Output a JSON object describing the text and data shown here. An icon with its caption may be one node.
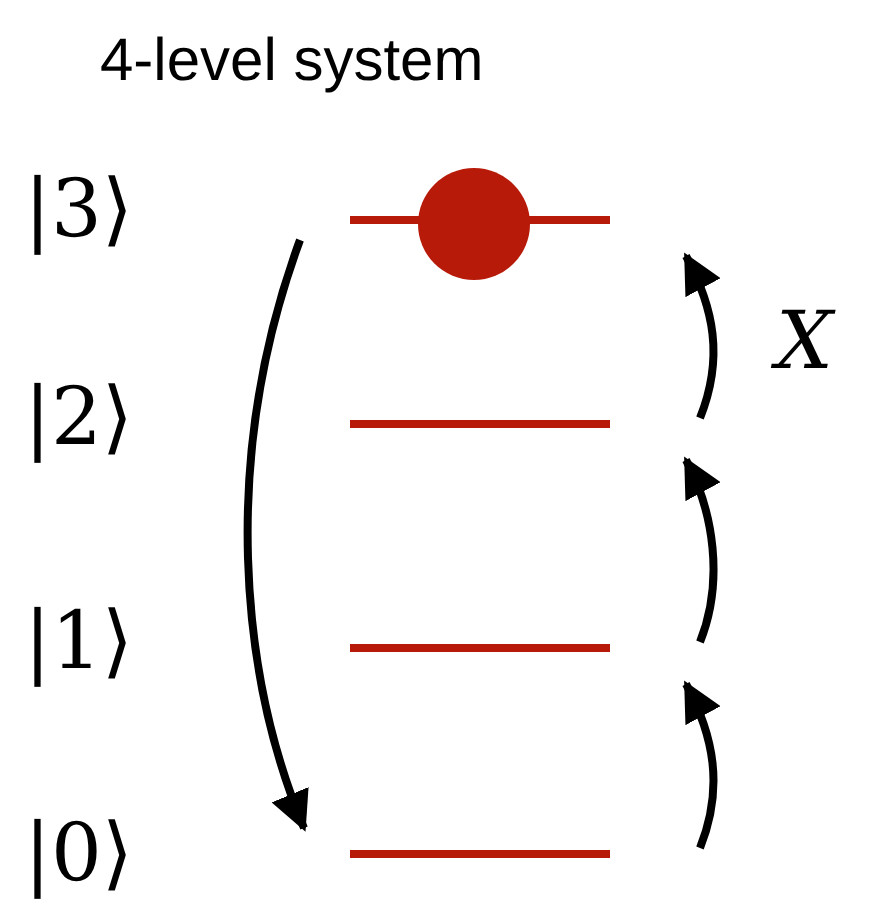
{
  "diagram": {
    "title": "4-level system",
    "nodes": [
      {
        "text": [],
        "shape": "bar",
        "beside": [
          "|3⟩"
        ]
      },
      {
        "text": [],
        "shape": "bar",
        "beside": [
          "|2⟩"
        ]
      },
      {
        "text": [],
        "shape": "bar",
        "beside": [
          "|1⟩"
        ]
      },
      {
        "text": [],
        "shape": "bar",
        "beside": [
          "|0⟩"
        ]
      },
      {
        "text": [],
        "shape": "circle"
      }
    ],
    "edges": [
      {
        "from": 0,
        "to": 3,
        "arrow": "to"
      },
      {
        "from": 3,
        "to": 2,
        "arrow": "to"
      },
      {
        "from": 2,
        "to": 1,
        "arrow": "to"
      },
      {
        "from": 1,
        "to": 0,
        "arrow": "to",
        "label": "X"
      }
    ]
  }
}
